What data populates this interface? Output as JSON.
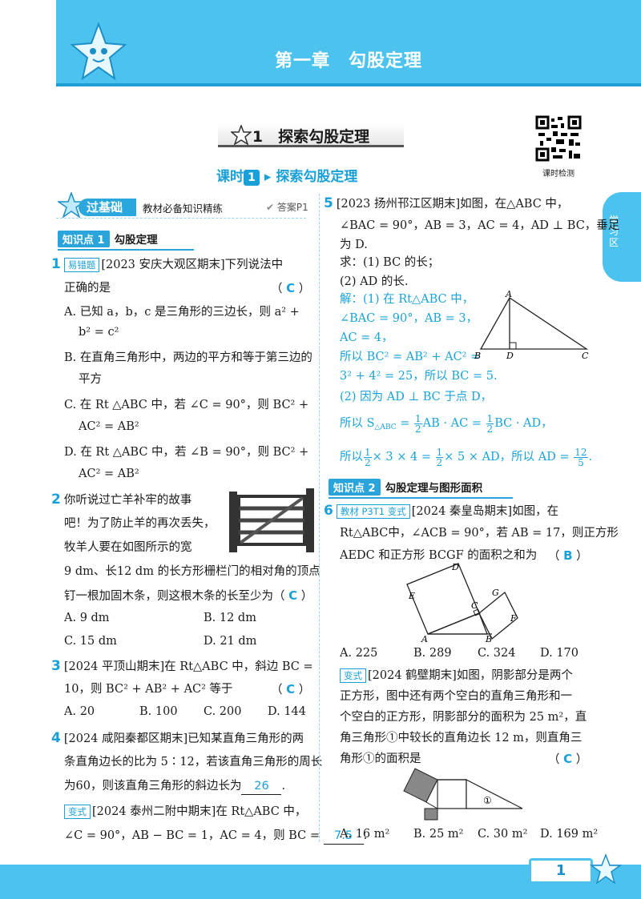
{
  "header": {
    "chapter_title": "第一章　勾股定理"
  },
  "section": {
    "number": "1",
    "title": "探索勾股定理"
  },
  "qr": {
    "label": "课时检测"
  },
  "lesson": {
    "prefix": "课时",
    "number": "1",
    "title": "探索勾股定理"
  },
  "side_tab": {
    "label": "学习区"
  },
  "basics": {
    "title": "过基础",
    "desc": "教材必备知识精练",
    "answer_ref": "答案P1"
  },
  "kp1": {
    "label": "知识点 1",
    "title": "勾股定理"
  },
  "kp2": {
    "label": "知识点 2",
    "title": "勾股定理与图形面积"
  },
  "q1": {
    "num": "1",
    "tag": "易错题",
    "source": "[2023 安庆大观区期末]",
    "stem1": "下列说法中",
    "stem2": "正确的是",
    "answer": "C",
    "optA1": "A. 已知 a，b，c 是三角形的三边长，则 a² +",
    "optA2": "b² = c²",
    "optB1": "B. 在直角三角形中，两边的平方和等于第三边的",
    "optB2": "平方",
    "optC1": "C. 在 Rt △ABC 中，若 ∠C = 90°，则 BC² +",
    "optC2": "AC² = AB²",
    "optD1": "D. 在 Rt △ABC 中，若 ∠B = 90°，则 BC² +",
    "optD2": "AC² = AB²"
  },
  "q2": {
    "num": "2",
    "l1": "你听说过亡羊补牢的故事",
    "l2": "吧！为了防止羊的再次丢失，",
    "l3": "牧羊人要在如图所示的宽",
    "l4": "9 dm、长12 dm 的长方形栅栏门的相对角的顶点",
    "l5": "钉一根加固木条，则这根木条的长至少为（",
    "answer": "C",
    "options": [
      "A. 9 dm",
      "B. 12 dm",
      "C. 15 dm",
      "D. 21 dm"
    ]
  },
  "q3": {
    "num": "3",
    "l1": "[2024 平顶山期末]在 Rt△ABC 中，斜边 BC =",
    "l2": "10，则 BC² + AB² + AC² 等于",
    "answer": "C",
    "options": [
      "A. 20",
      "B. 100",
      "C. 200",
      "D. 144"
    ]
  },
  "q4": {
    "num": "4",
    "l1": "[2024 咸阳秦都区期末]已知某直角三角形的两",
    "l2": "条直角边长的比为 5∶12，若该直角三角形的周长",
    "l3": "为60，则该直角三角形的斜边长为",
    "answer": "26",
    "var_tag": "变式",
    "v1": "[2024 泰州二附中期末]在 Rt△ABC 中，",
    "v2": "∠C = 90°，AB − BC = 1，AC = 4，则 BC =",
    "var_answer": "7.5"
  },
  "q5": {
    "num": "5",
    "l1": "[2023 扬州邗江区期末]如图，在△ABC 中，",
    "l2": "∠BAC = 90°，AB = 3，AC = 4，AD ⊥ BC，垂足",
    "l3": "为 D.",
    "l4": "求：(1) BC 的长；",
    "l5": "(2) AD 的长.",
    "s1": "解：(1) 在 Rt△ABC 中，",
    "s2": "∠BAC = 90°，AB = 3，",
    "s3": "AC = 4，",
    "s4": "所以 BC² = AB² + AC² =",
    "s5": "3² + 4² = 25，所以 BC = 5.",
    "s6": "(2) 因为 AD ⊥ BC 于点 D，",
    "s7a": "所以 S",
    "s7sub": "△ABC",
    "s7b": " = ",
    "s7c": "AB · AC = ",
    "s7d": "BC · AD，",
    "s8a": "所以",
    "s8b": "× 3 × 4 = ",
    "s8c": "× 5 × AD，所以 AD = ",
    "half_n": "1",
    "half_d": "2",
    "ad_n": "12",
    "ad_d": "5",
    "labels": {
      "A": "A",
      "B": "B",
      "C": "C",
      "D": "D"
    }
  },
  "q6": {
    "num": "6",
    "tag": "教材 P3T1 变式",
    "l1": "[2024 秦皇岛期末]如图，在",
    "l2": "Rt△ABC中，∠ACB = 90°，若 AB = 17，则正方形",
    "l3": "AEDC 和正方形 BCGF 的面积之和为",
    "answer": "B",
    "options": [
      "A. 225",
      "B. 289",
      "C. 324",
      "D. 170"
    ],
    "labels": {
      "A": "A",
      "B": "B",
      "C": "C",
      "D": "D",
      "E": "E",
      "F": "F",
      "G": "G"
    },
    "var_tag": "变式",
    "v1": "[2024 鹤壁期末]如图，阴影部分是两个",
    "v2": "正方形，图中还有两个空白的直角三角形和一",
    "v3": "个空白的正方形，阴影部分的面积为 25 m²，直",
    "v4": "角三角形①中较长的直角边长 12 m，则直角三",
    "v5": "角形①的面积是",
    "var_answer": "C",
    "var_options": [
      "A. 16 m²",
      "B. 25 m²",
      "C. 30 m²",
      "D. 169 m²"
    ],
    "circle_label": "①"
  },
  "footer": {
    "page": "1"
  }
}
